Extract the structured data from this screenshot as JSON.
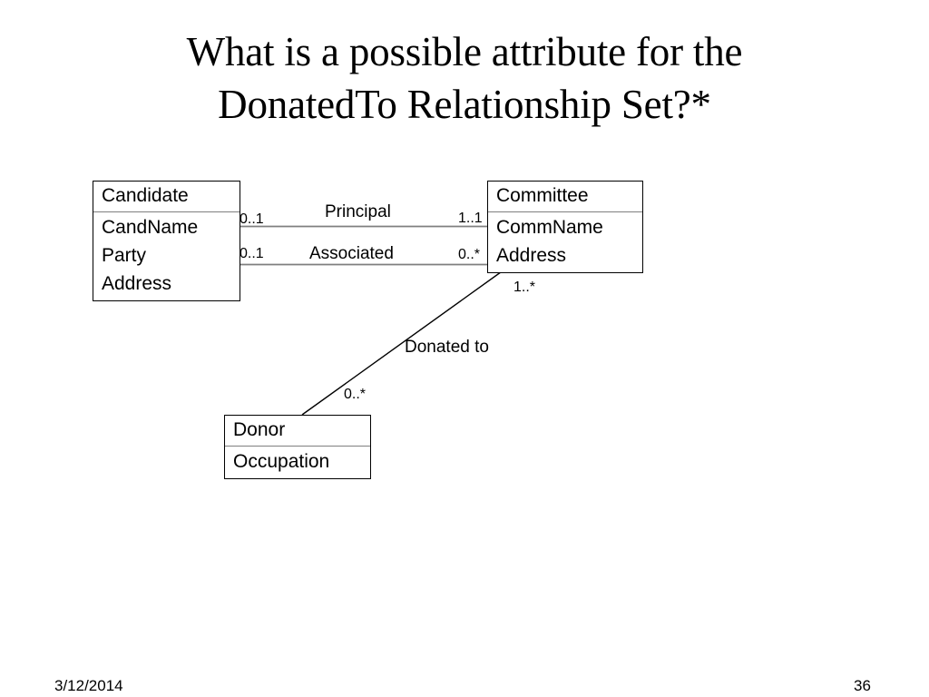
{
  "slide": {
    "title": "What is a possible attribute for the\nDonatedTo Relationship Set?*",
    "footer": {
      "date": "3/12/2014",
      "page_number": "36"
    }
  },
  "diagram": {
    "type": "uml-class-er-diagram",
    "entities": [
      {
        "id": "candidate",
        "name": "Candidate",
        "attributes": [
          "CandName",
          "Party",
          "Address"
        ]
      },
      {
        "id": "committee",
        "name": "Committee",
        "attributes": [
          "CommName",
          "Address"
        ]
      },
      {
        "id": "donor",
        "name": "Donor",
        "attributes": [
          "Occupation"
        ]
      }
    ],
    "relationships": [
      {
        "id": "principal",
        "label": "Principal",
        "from": "candidate",
        "to": "committee",
        "from_multiplicity": "0..1",
        "to_multiplicity": "1..1"
      },
      {
        "id": "associated",
        "label": "Associated",
        "from": "candidate",
        "to": "committee",
        "from_multiplicity": "0..1",
        "to_multiplicity": "0..*"
      },
      {
        "id": "donated-to",
        "label": "Donated to",
        "from": "committee",
        "to": "donor",
        "from_multiplicity": "1..*",
        "to_multiplicity": "0..*"
      }
    ]
  }
}
